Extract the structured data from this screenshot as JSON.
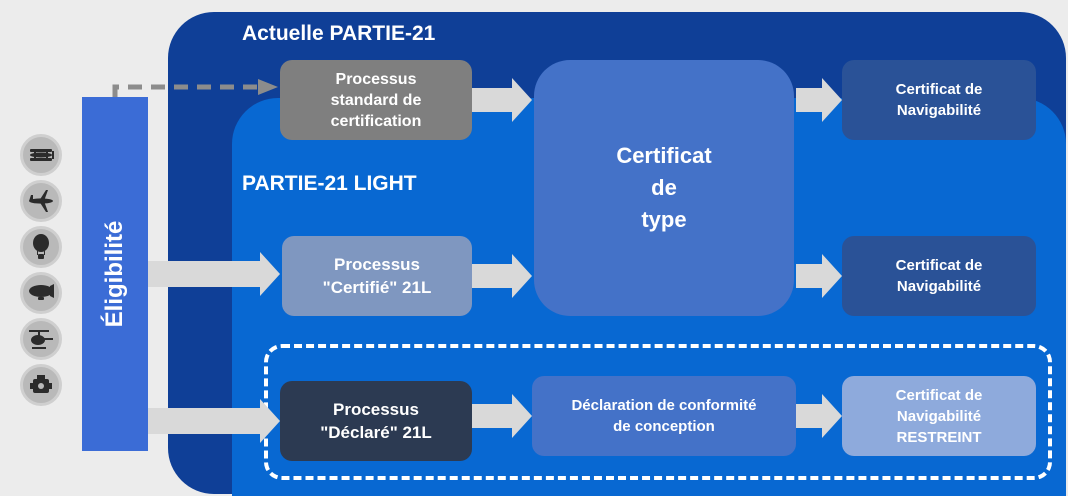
{
  "colors": {
    "outer_panel": "#0f3f97",
    "inner_panel": "#0868d2",
    "eligibility_bar": "#3b6cd6",
    "arrow": "#d9d9d9",
    "dashed_arrow": "#8c8c8c"
  },
  "outer": {
    "title": "Actuelle PARTIE-21"
  },
  "inner": {
    "title": "PARTIE-21 LIGHT"
  },
  "eligibility": {
    "label": "Éligibilité"
  },
  "icons": [
    "biplane-icon",
    "airplane-icon",
    "hot-air-balloon-icon",
    "airship-icon",
    "helicopter-icon",
    "engine-icon"
  ],
  "boxes": {
    "standard_process": "Processus\nstandard de\ncertification",
    "certified_process": "Processus\n\"Certifié\" 21L",
    "declared_process": "Processus\n\"Déclaré\" 21L",
    "type_certificate": "Certificat\nde\ntype",
    "conformity_declaration": "Déclaration de conformité\nde conception",
    "airworthiness_1": "Certificat de\nNavigabilité",
    "airworthiness_2": "Certificat de\nNavigabilité",
    "airworthiness_restricted": "Certificat de\nNavigabilité\nRESTREINT"
  }
}
